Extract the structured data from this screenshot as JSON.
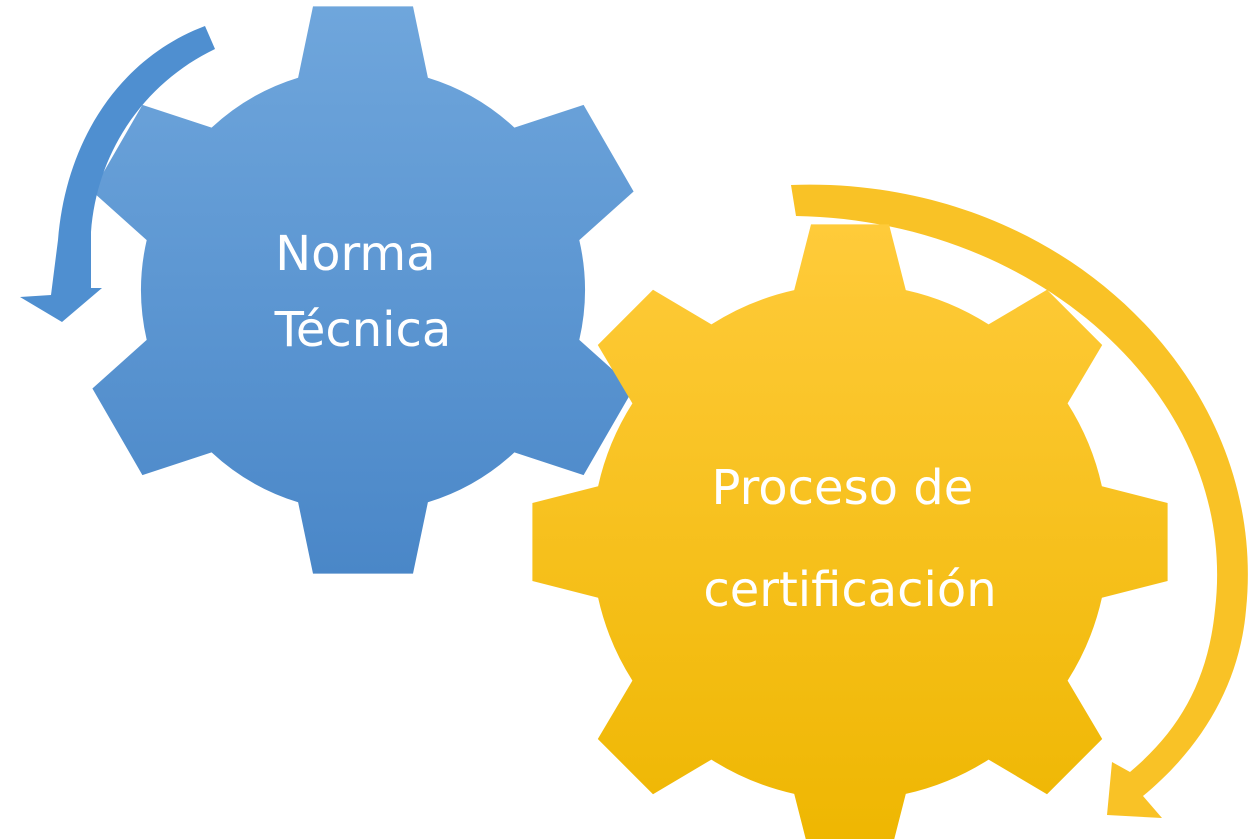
{
  "diagram": {
    "gears": [
      {
        "lines": [
          "Norma",
          "Técnica"
        ],
        "color_top": "#6FA6DC",
        "color_bottom": "#4A87C8"
      },
      {
        "lines": [
          "Proceso de",
          "certificación"
        ],
        "color_top": "#FFCB3A",
        "color_bottom": "#EEB600"
      }
    ],
    "arrow_colors": {
      "blue": "#4F8FD0",
      "gold": "#F9C226"
    }
  }
}
